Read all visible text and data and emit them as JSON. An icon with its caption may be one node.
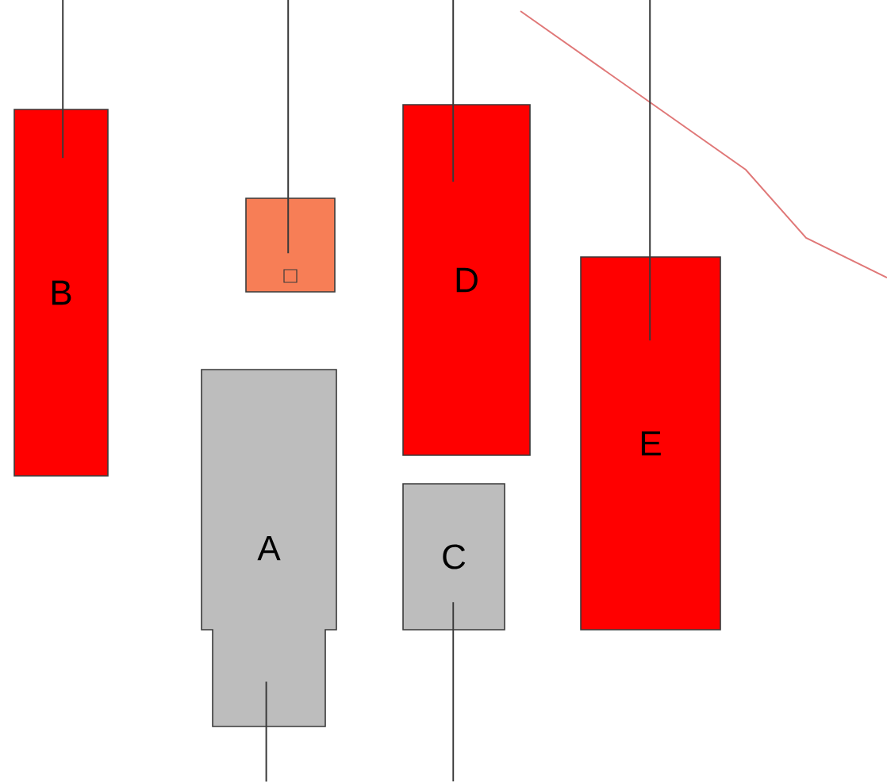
{
  "diagram": {
    "nodes": [
      {
        "text": [
          "B"
        ]
      },
      {
        "text": [],
        "shape": "box"
      },
      {
        "text": [
          "D"
        ]
      },
      {
        "text": [
          "E"
        ]
      },
      {
        "text": [
          "A"
        ]
      },
      {
        "text": [
          "C"
        ]
      }
    ],
    "edges": [
      {
        "from": null,
        "to": 0,
        "arrow": "none"
      },
      {
        "from": null,
        "to": 1,
        "arrow": "none"
      },
      {
        "from": null,
        "to": 2,
        "arrow": "none"
      },
      {
        "from": null,
        "to": 3,
        "arrow": "none"
      },
      {
        "from": null,
        "to": 4,
        "arrow": "none"
      },
      {
        "from": null,
        "to": 5,
        "arrow": "none"
      }
    ]
  }
}
